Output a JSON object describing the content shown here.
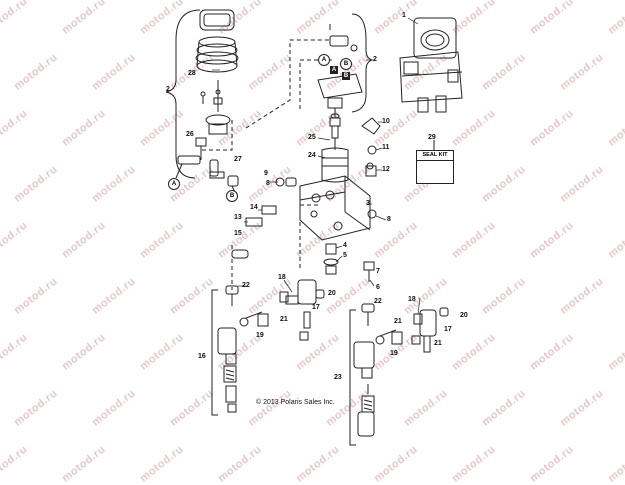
{
  "diagram": {
    "watermark_text": "motod.ru",
    "copyright": "© 2013 Polaris Sales Inc.",
    "seal_kit_label": "SEAL KIT",
    "callouts": [
      "A",
      "B",
      "A",
      "B"
    ],
    "clip_callouts": [
      "A",
      "B"
    ],
    "part_labels": [
      "1",
      "2",
      "2",
      "28",
      "26",
      "27",
      "25",
      "24",
      "10",
      "11",
      "12",
      "29",
      "9",
      "8",
      "3",
      "14",
      "13",
      "15",
      "8",
      "4",
      "5",
      "7",
      "6",
      "18",
      "22",
      "20",
      "17",
      "21",
      "19",
      "16",
      "22",
      "18",
      "21",
      "17",
      "20",
      "21",
      "19",
      "23"
    ]
  }
}
